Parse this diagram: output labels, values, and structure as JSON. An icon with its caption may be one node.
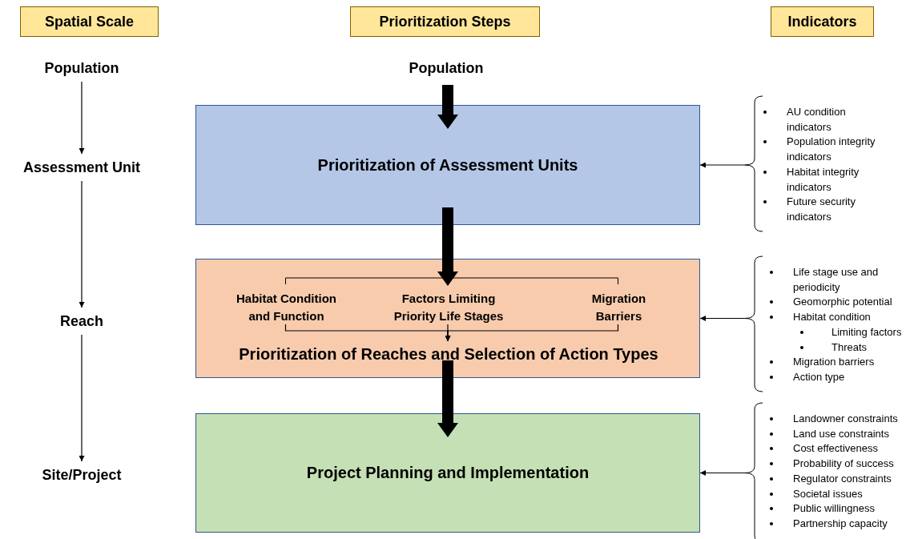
{
  "diagram": {
    "nodes": [
      {
        "text": [
          "Spatial Scale"
        ]
      },
      {
        "text": [
          "Prioritization Steps"
        ]
      },
      {
        "text": [
          "Indicators"
        ]
      },
      {
        "text": [
          "Population"
        ]
      },
      {
        "text": [
          "Assessment Unit"
        ]
      },
      {
        "text": [
          "Reach"
        ]
      },
      {
        "text": [
          "Site/Project"
        ]
      },
      {
        "text": [
          "Population"
        ]
      },
      {
        "text": [
          "Prioritization of Assessment Units"
        ]
      },
      {
        "text": [],
        "shape": "box"
      },
      {
        "text": [
          "Habitat Condition and Function"
        ],
        "in": 9
      },
      {
        "text": [
          "Factors Limiting Priority Life Stages"
        ],
        "in": 9
      },
      {
        "text": [
          "Migration Barriers"
        ],
        "in": 9
      },
      {
        "text": [
          "Prioritization of Reaches and Selection of Action Types"
        ],
        "in": 9
      },
      {
        "text": [
          "Project Planning and Implementation"
        ]
      },
      {
        "text": [
          "AU condition indicators",
          "Population integrity indicators",
          "Habitat integrity indicators",
          "Future security indicators"
        ]
      },
      {
        "text": [
          "Life stage use and periodicity",
          "Geomorphic potential",
          "Habitat condition",
          "Migration barriers",
          "Action type"
        ]
      },
      {
        "text": [
          "Limiting factors",
          "Threats"
        ],
        "in": 16
      },
      {
        "text": [
          "Landowner constraints",
          "Land use constraints",
          "Cost effectiveness",
          "Probability of success",
          "Regulator constraints",
          "Societal issues",
          "Public willingness",
          "Partnership capacity"
        ]
      }
    ],
    "edges": [
      {
        "from": 3,
        "to": 4,
        "arrow": "to"
      },
      {
        "from": 4,
        "to": 5,
        "arrow": "to"
      },
      {
        "from": 5,
        "to": 6,
        "arrow": "to"
      },
      {
        "from": 7,
        "to": 8,
        "arrow": "to",
        "style": "thick"
      },
      {
        "from": 8,
        "to": 9,
        "arrow": "to",
        "style": "thick"
      },
      {
        "from": 9,
        "to": 14,
        "arrow": "to",
        "style": "thick"
      },
      {
        "from": 15,
        "to": 8,
        "arrow": "to"
      },
      {
        "from": 16,
        "to": 9,
        "arrow": "to"
      },
      {
        "from": 18,
        "to": 14,
        "arrow": "to"
      },
      {
        "from": 10,
        "to": 13,
        "arrow": "to"
      },
      {
        "from": 11,
        "to": 13,
        "arrow": "to"
      },
      {
        "from": 12,
        "to": 13,
        "arrow": "to"
      }
    ]
  }
}
